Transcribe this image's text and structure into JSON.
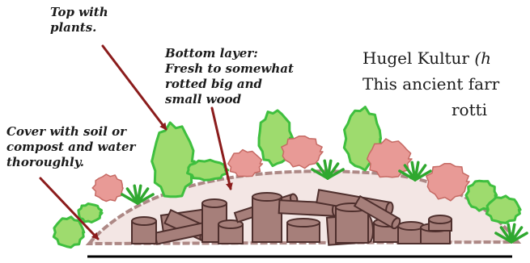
{
  "labels": {
    "top": [
      "Top with",
      "plants."
    ],
    "bottom": [
      "Bottom layer:",
      "Fresh to somewhat",
      "rotted big and",
      "small wood"
    ],
    "cover": [
      "Cover with soil or",
      "compost and water",
      "thoroughly."
    ]
  },
  "title": {
    "line1": "Hugel Kultur",
    "line1_italic": "(h",
    "line2": "This ancient farr",
    "line3": "rotti"
  },
  "colors": {
    "plant_fill": "#9edb6e",
    "plant_stroke": "#3fbf3f",
    "flower_fill": "#e89a96",
    "flower_stroke": "#c66a64",
    "log_fill": "#a67f7a",
    "log_stroke": "#4e2f2d",
    "soil_fill": "#f3e6e4",
    "soil_stroke": "#ad8885",
    "arrow": "#8b1c1c",
    "ground": "#000000",
    "text": "#1b1b1b",
    "fern": "#2fa82f"
  },
  "icons": {
    "shrub": "shrub-icon",
    "flower": "flower-bush-icon",
    "fern": "fern-icon",
    "log": "log-icon"
  }
}
